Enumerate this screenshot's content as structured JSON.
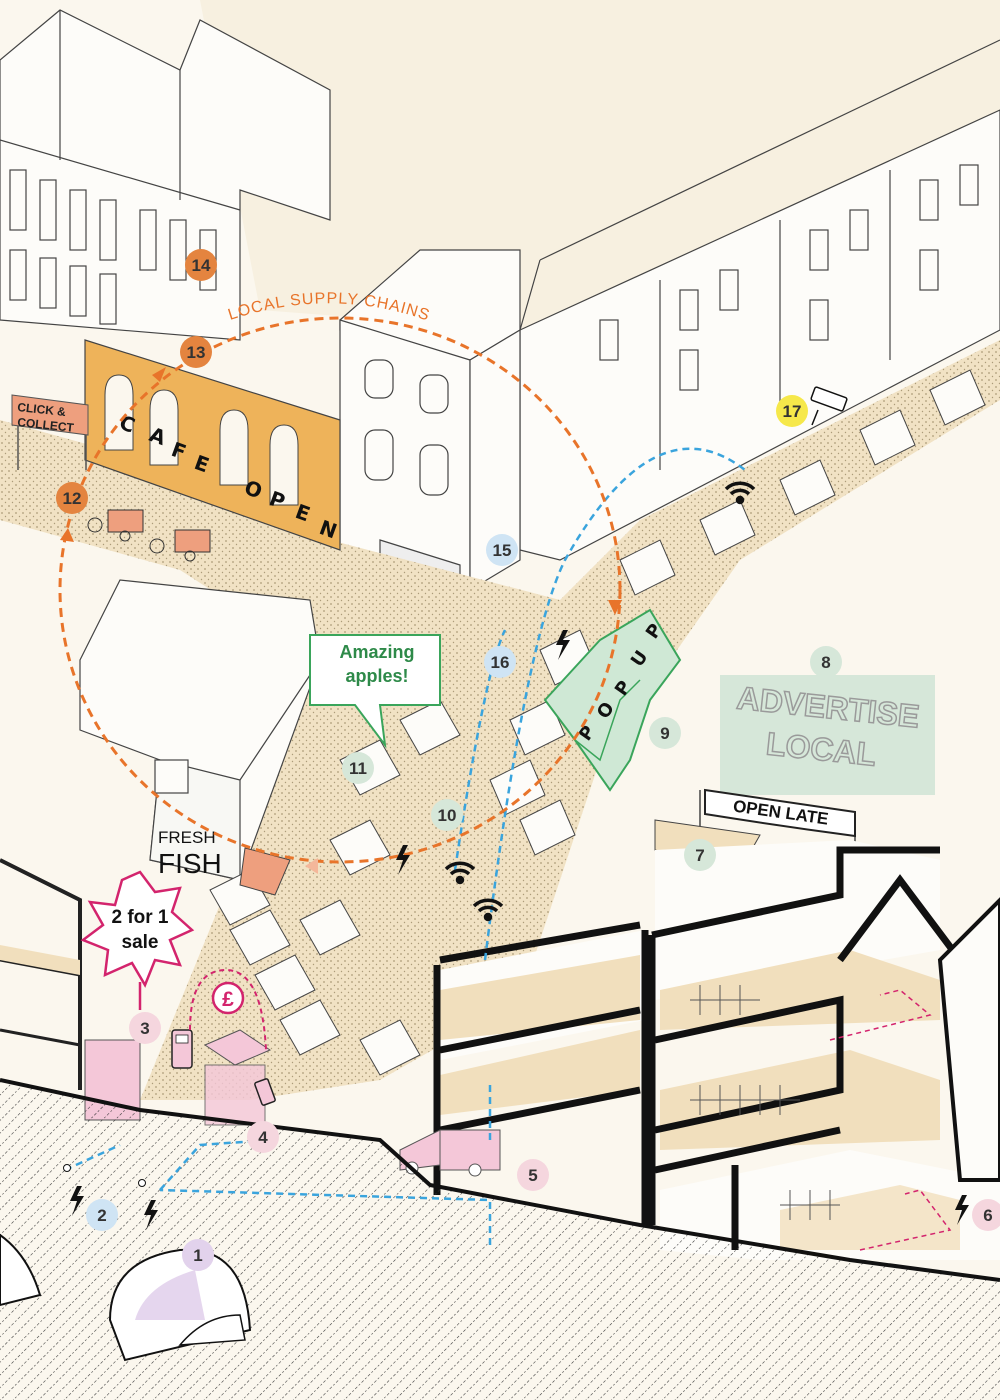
{
  "labels": {
    "local_supply_chains": "LOCAL SUPPLY CHAINS",
    "click_collect_line1": "CLICK &",
    "click_collect_line2": "COLLECT",
    "cafe_letters": [
      "C",
      "A",
      "F",
      "E"
    ],
    "open_letters": [
      "O",
      "P",
      "E",
      "N"
    ],
    "amazing_apples_line1": "Amazing",
    "amazing_apples_line2": "apples!",
    "popup_letters": [
      "P",
      "O",
      "P",
      "U",
      "P"
    ],
    "advertise_line1": "ADVERTISE",
    "advertise_line2": "LOCAL",
    "open_late": "OPEN LATE",
    "fresh": "FRESH",
    "fish": "FISH",
    "sale_line1": "2 for 1",
    "sale_line2": "sale",
    "pound": "£"
  },
  "markers": [
    {
      "number": "1",
      "color": "#e2d2ec"
    },
    {
      "number": "2",
      "color": "#cfe4f4"
    },
    {
      "number": "3",
      "color": "#f5d6de"
    },
    {
      "number": "4",
      "color": "#f5d6de"
    },
    {
      "number": "5",
      "color": "#f5d6de"
    },
    {
      "number": "6",
      "color": "#f5d6de"
    },
    {
      "number": "7",
      "color": "#d6e7d9"
    },
    {
      "number": "8",
      "color": "#d6e7d9"
    },
    {
      "number": "9",
      "color": "#d6e7d9"
    },
    {
      "number": "10",
      "color": "#d6e7d9"
    },
    {
      "number": "11",
      "color": "#d6e7d9"
    },
    {
      "number": "12",
      "color": "#e4843f"
    },
    {
      "number": "13",
      "color": "#e4843f"
    },
    {
      "number": "14",
      "color": "#e4843f"
    },
    {
      "number": "15",
      "color": "#cfe4f4"
    },
    {
      "number": "16",
      "color": "#cfe4f4"
    },
    {
      "number": "17",
      "color": "#f6e84a"
    }
  ],
  "colors": {
    "orange": "#e8742a",
    "orange_fill": "#eeb35a",
    "blue_line": "#3aa4dd",
    "green": "#3aa55b",
    "green_fill": "#cfe8d5",
    "pink": "#d3246d",
    "pink_fill": "#f4c7d8",
    "sand": "#f1e2c4",
    "floor": "#f1dfbd",
    "grey_text": "#9a9a9a"
  },
  "icons": [
    "wifi-icon",
    "lightning-icon",
    "cctv-camera-icon",
    "card-reader-icon",
    "phone-payment-icon",
    "bicycle-icon"
  ]
}
